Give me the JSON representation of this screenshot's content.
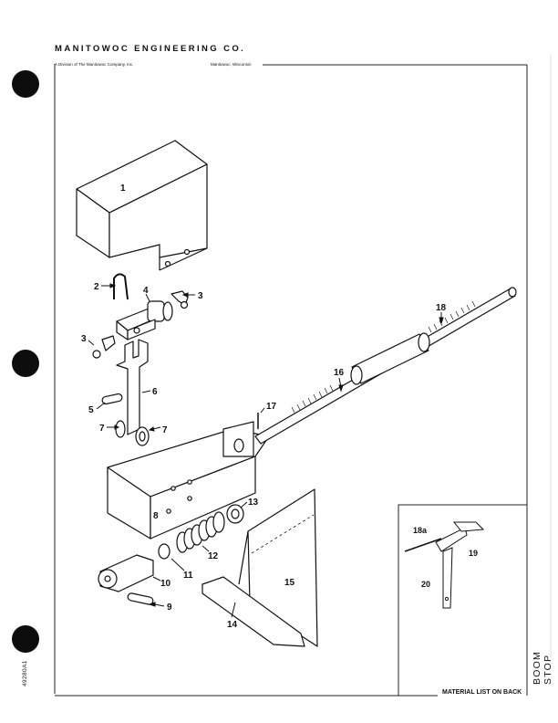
{
  "header": {
    "company": "MANITOWOC ENGINEERING CO.",
    "division": "A Division of The Manitowoc Company, Inc.",
    "city": "Manitowoc, Wisconsin"
  },
  "document": {
    "number": "49280A1",
    "title": "BOOM STOP",
    "footer_note": "MATERIAL LIST ON BACK"
  },
  "callouts": {
    "c1": "1",
    "c2": "2",
    "c3a": "3",
    "c3b": "3",
    "c4": "4",
    "c5": "5",
    "c6": "6",
    "c7a": "7",
    "c7b": "7",
    "c8": "8",
    "c9": "9",
    "c10": "10",
    "c11": "11",
    "c12": "12",
    "c13": "13",
    "c14": "14",
    "c15": "15",
    "c16": "16",
    "c17": "17",
    "c18": "18"
  },
  "inset_callouts": {
    "c18a": "18a",
    "c19": "19",
    "c20": "20"
  }
}
